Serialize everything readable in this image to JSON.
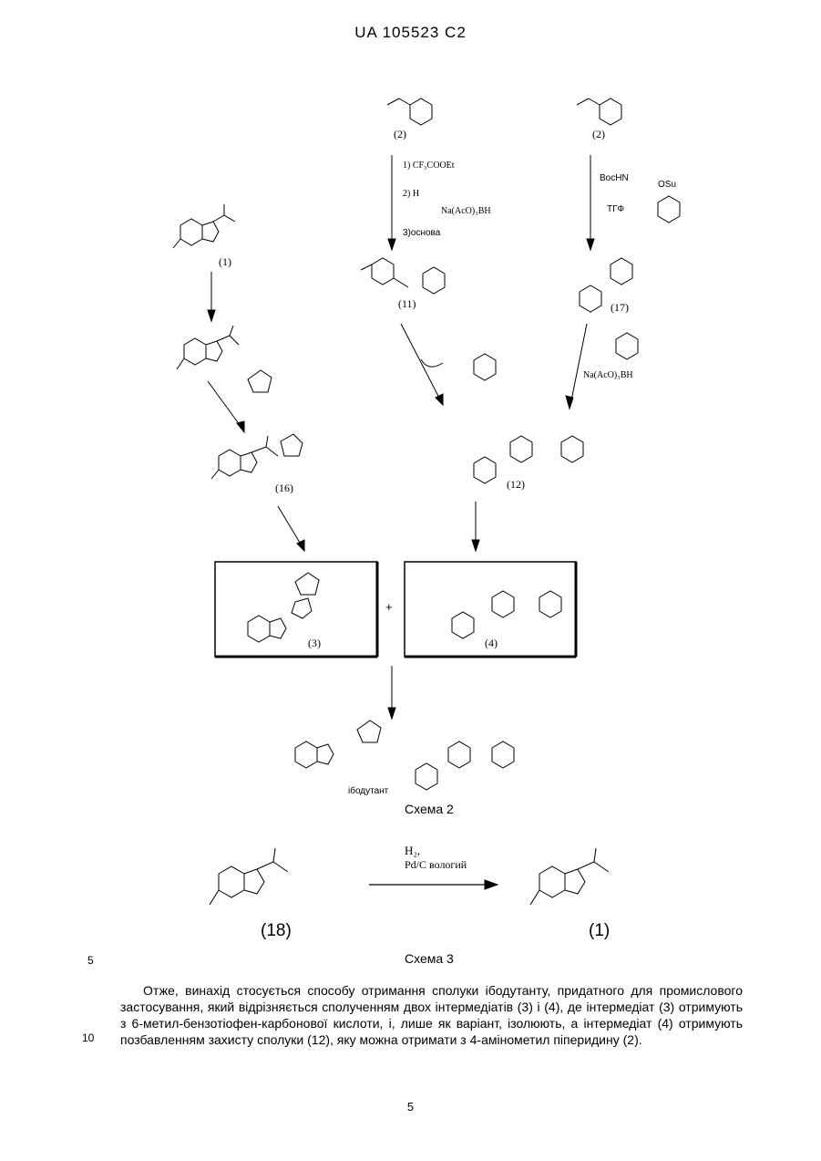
{
  "header": {
    "patent_id": "UA   105523   C2"
  },
  "scheme2": {
    "compounds": {
      "c2_a": "(2)",
      "c2_b": "(2)",
      "c1": "(1)",
      "c11": "(11)",
      "c17": "(17)",
      "c16": "(16)",
      "c12": "(12)",
      "c3": "(3)",
      "c4": "(4)"
    },
    "reagents": {
      "r1": "1) CF₃COOEt",
      "r2": "2) H",
      "r2b": "Na(AcO)₃BH",
      "r3": "3)основа",
      "tgf": "ТГФ",
      "nabh": "Na(AcO)₃BH",
      "boc_su": "BocHN",
      "osu": "OSu"
    },
    "plus": "+",
    "product_name": "ібодутант",
    "caption": "Схема 2"
  },
  "scheme3": {
    "reagent_h2": "H₂,",
    "reagent_pdc": "Pd/C вологий",
    "c18": "(18)",
    "c1": "(1)",
    "caption": "Схема 3"
  },
  "line_numbers": {
    "n5": "5",
    "n10": "10"
  },
  "paragraph": "Отже, винахід стосується способу отримання сполуки ібодутанту, придатного для промислового застосування, який відрізняється сполученням двох інтермедіатів (3) і (4), де інтермедіат (3) отримують з 6-метил-бензотіофен-карбонової кислоти, і, лише як варіант, ізолюють, а інтермедіат (4) отримують позбавленням захисту сполуки (12), яку можна отримати з 4-амінометил піперидину (2).",
  "page_number": "5"
}
